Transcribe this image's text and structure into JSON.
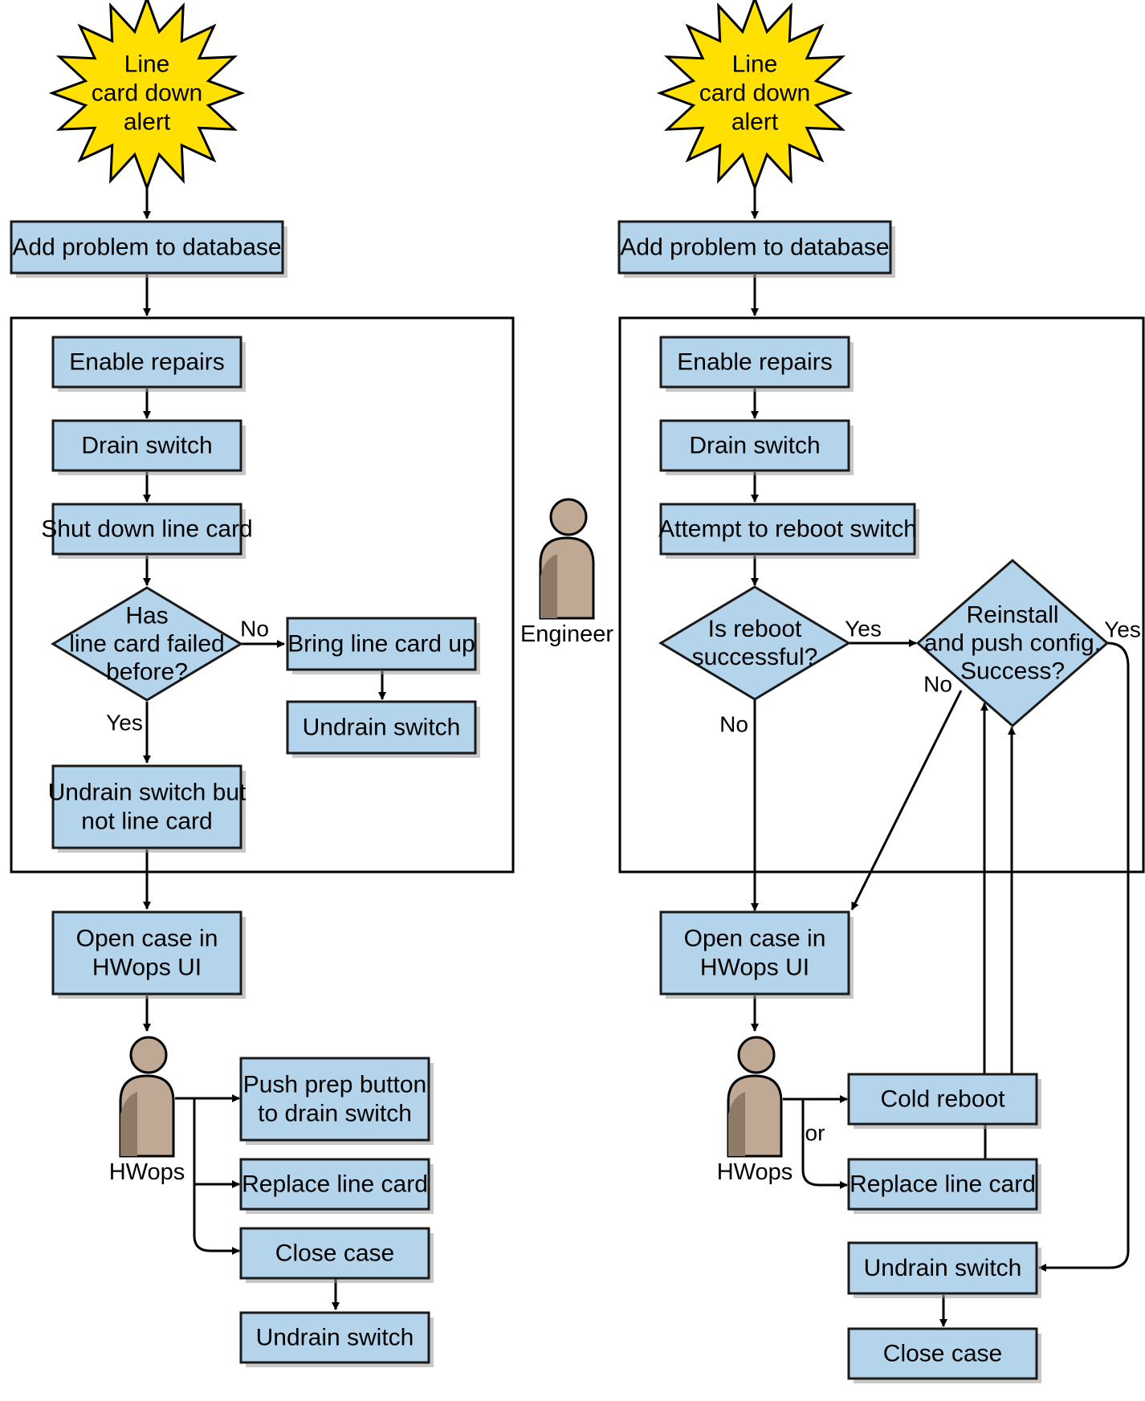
{
  "colors": {
    "box_fill": "#b3d4ea",
    "box_stroke": "#1a1a1a",
    "box_shadow": "#9a9a9a",
    "star_fill": "#ffe000",
    "person_fill": "#bfa894",
    "person_shade": "#8f7a67",
    "line": "#000000"
  },
  "left": {
    "alert": [
      "Line",
      "card down",
      "alert"
    ],
    "add_problem": "Add problem to database",
    "enable_repairs": "Enable repairs",
    "drain_switch": "Drain switch",
    "shut_down": "Shut down line card",
    "decision": [
      "Has",
      "line card failed",
      "before?"
    ],
    "no_label": "No",
    "yes_label": "Yes",
    "bring_up": "Bring line card up",
    "undrain_switch": "Undrain switch",
    "undrain_but": [
      "Undrain switch but",
      "not line card"
    ],
    "open_case": [
      "Open case in",
      "HWops UI"
    ],
    "actor": "HWops",
    "push_prep": [
      "Push prep button",
      "to drain switch"
    ],
    "replace_card": "Replace line card",
    "close_case": "Close case",
    "undrain_final": "Undrain switch"
  },
  "middle": {
    "actor": "Engineer"
  },
  "right": {
    "alert": [
      "Line",
      "card down",
      "alert"
    ],
    "add_problem": "Add problem to database",
    "enable_repairs": "Enable repairs",
    "drain_switch": "Drain switch",
    "attempt_reboot": "Attempt to reboot switch",
    "decision_reboot": [
      "Is reboot",
      "successful?"
    ],
    "yes_label": "Yes",
    "no_label": "No",
    "decision_reinstall": [
      "Reinstall",
      "and push config.",
      "Success?"
    ],
    "reinstall_yes": "Yes",
    "reinstall_no": "No",
    "open_case": [
      "Open case in",
      "HWops UI"
    ],
    "actor": "HWops",
    "or_label": "or",
    "cold_reboot": "Cold reboot",
    "replace_card": "Replace line card",
    "undrain_switch": "Undrain switch",
    "close_case": "Close case"
  }
}
